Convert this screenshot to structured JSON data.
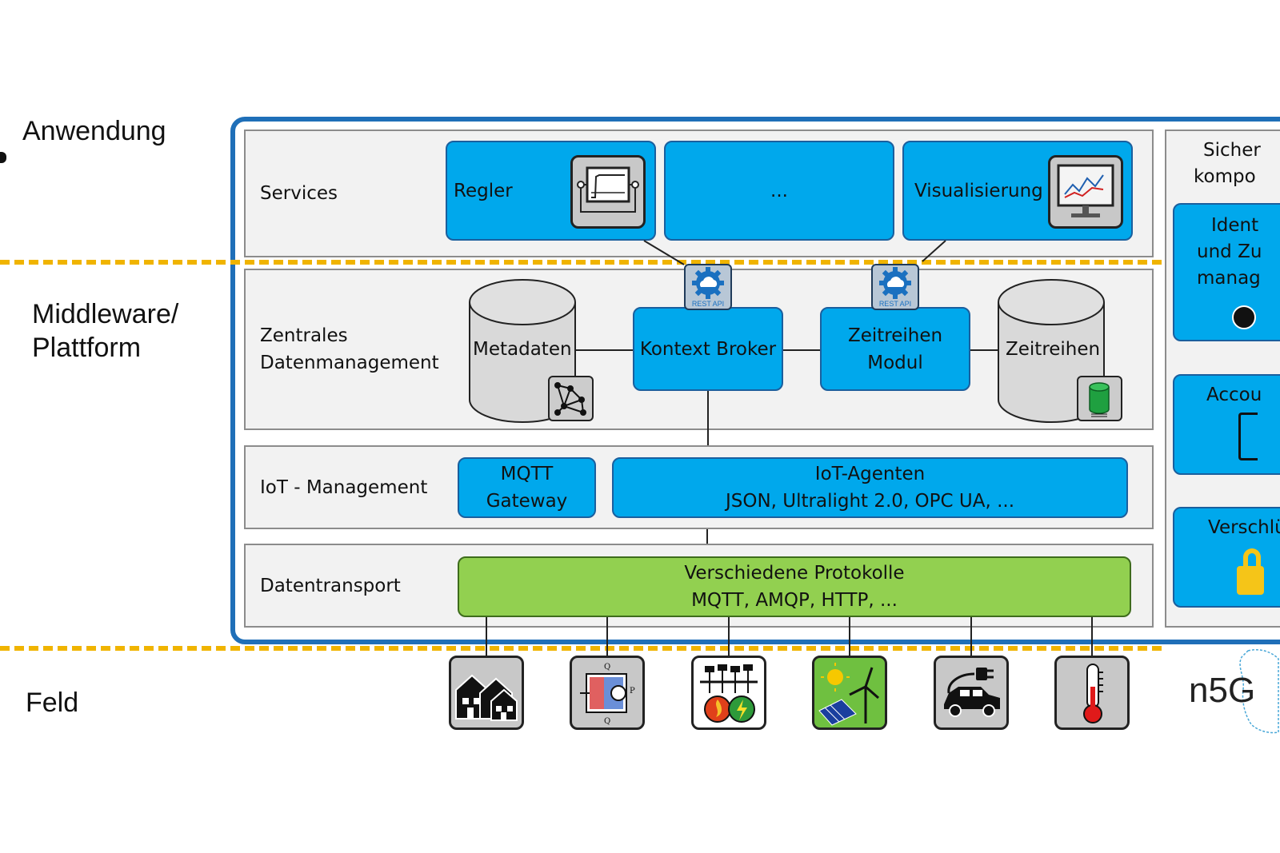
{
  "layers": {
    "application": "Anwendung",
    "middleware_line1": "Middleware/",
    "middleware_line2": "Plattform",
    "field": "Feld"
  },
  "panels": {
    "services": "Services",
    "data_mgmt_line1": "Zentrales",
    "data_mgmt_line2": "Datenmanagement",
    "iot": "IoT - Management",
    "transport": "Datentransport"
  },
  "services": {
    "controller": "Regler",
    "ellipsis": "...",
    "visualization": "Visualisierung"
  },
  "data_mgmt": {
    "metadata": "Metadaten",
    "context_broker": "Kontext Broker",
    "timeseries_module_line1": "Zeitreihen",
    "timeseries_module_line2": "Modul",
    "timeseries": "Zeitreihen",
    "rest_api": "REST API"
  },
  "iot": {
    "mqtt_line1": "MQTT",
    "mqtt_line2": "Gateway",
    "agents_line1": "IoT-Agenten",
    "agents_line2": "JSON, Ultralight 2.0, OPC UA, ..."
  },
  "transport": {
    "line1": "Verschiedene Protokolle",
    "line2": "MQTT, AMQP, HTTP, ..."
  },
  "security": {
    "title_line1": "Sicher",
    "title_line2": "kompo",
    "identity_line1": "Ident",
    "identity_line2": "und Zu",
    "identity_line3": "manag",
    "account": "Accou",
    "encryption": "Verschlü"
  },
  "field_devices": [
    "buildings-icon",
    "heat-pump-icon",
    "grid-energy-icon",
    "renewables-icon",
    "electric-car-icon",
    "thermometer-icon"
  ],
  "logo": {
    "text": "n5G"
  },
  "colors": {
    "frame": "#1f6fb8",
    "service_blue": "#00a8ec",
    "transport_green": "#92d050",
    "dash_yellow": "#f0b400"
  }
}
